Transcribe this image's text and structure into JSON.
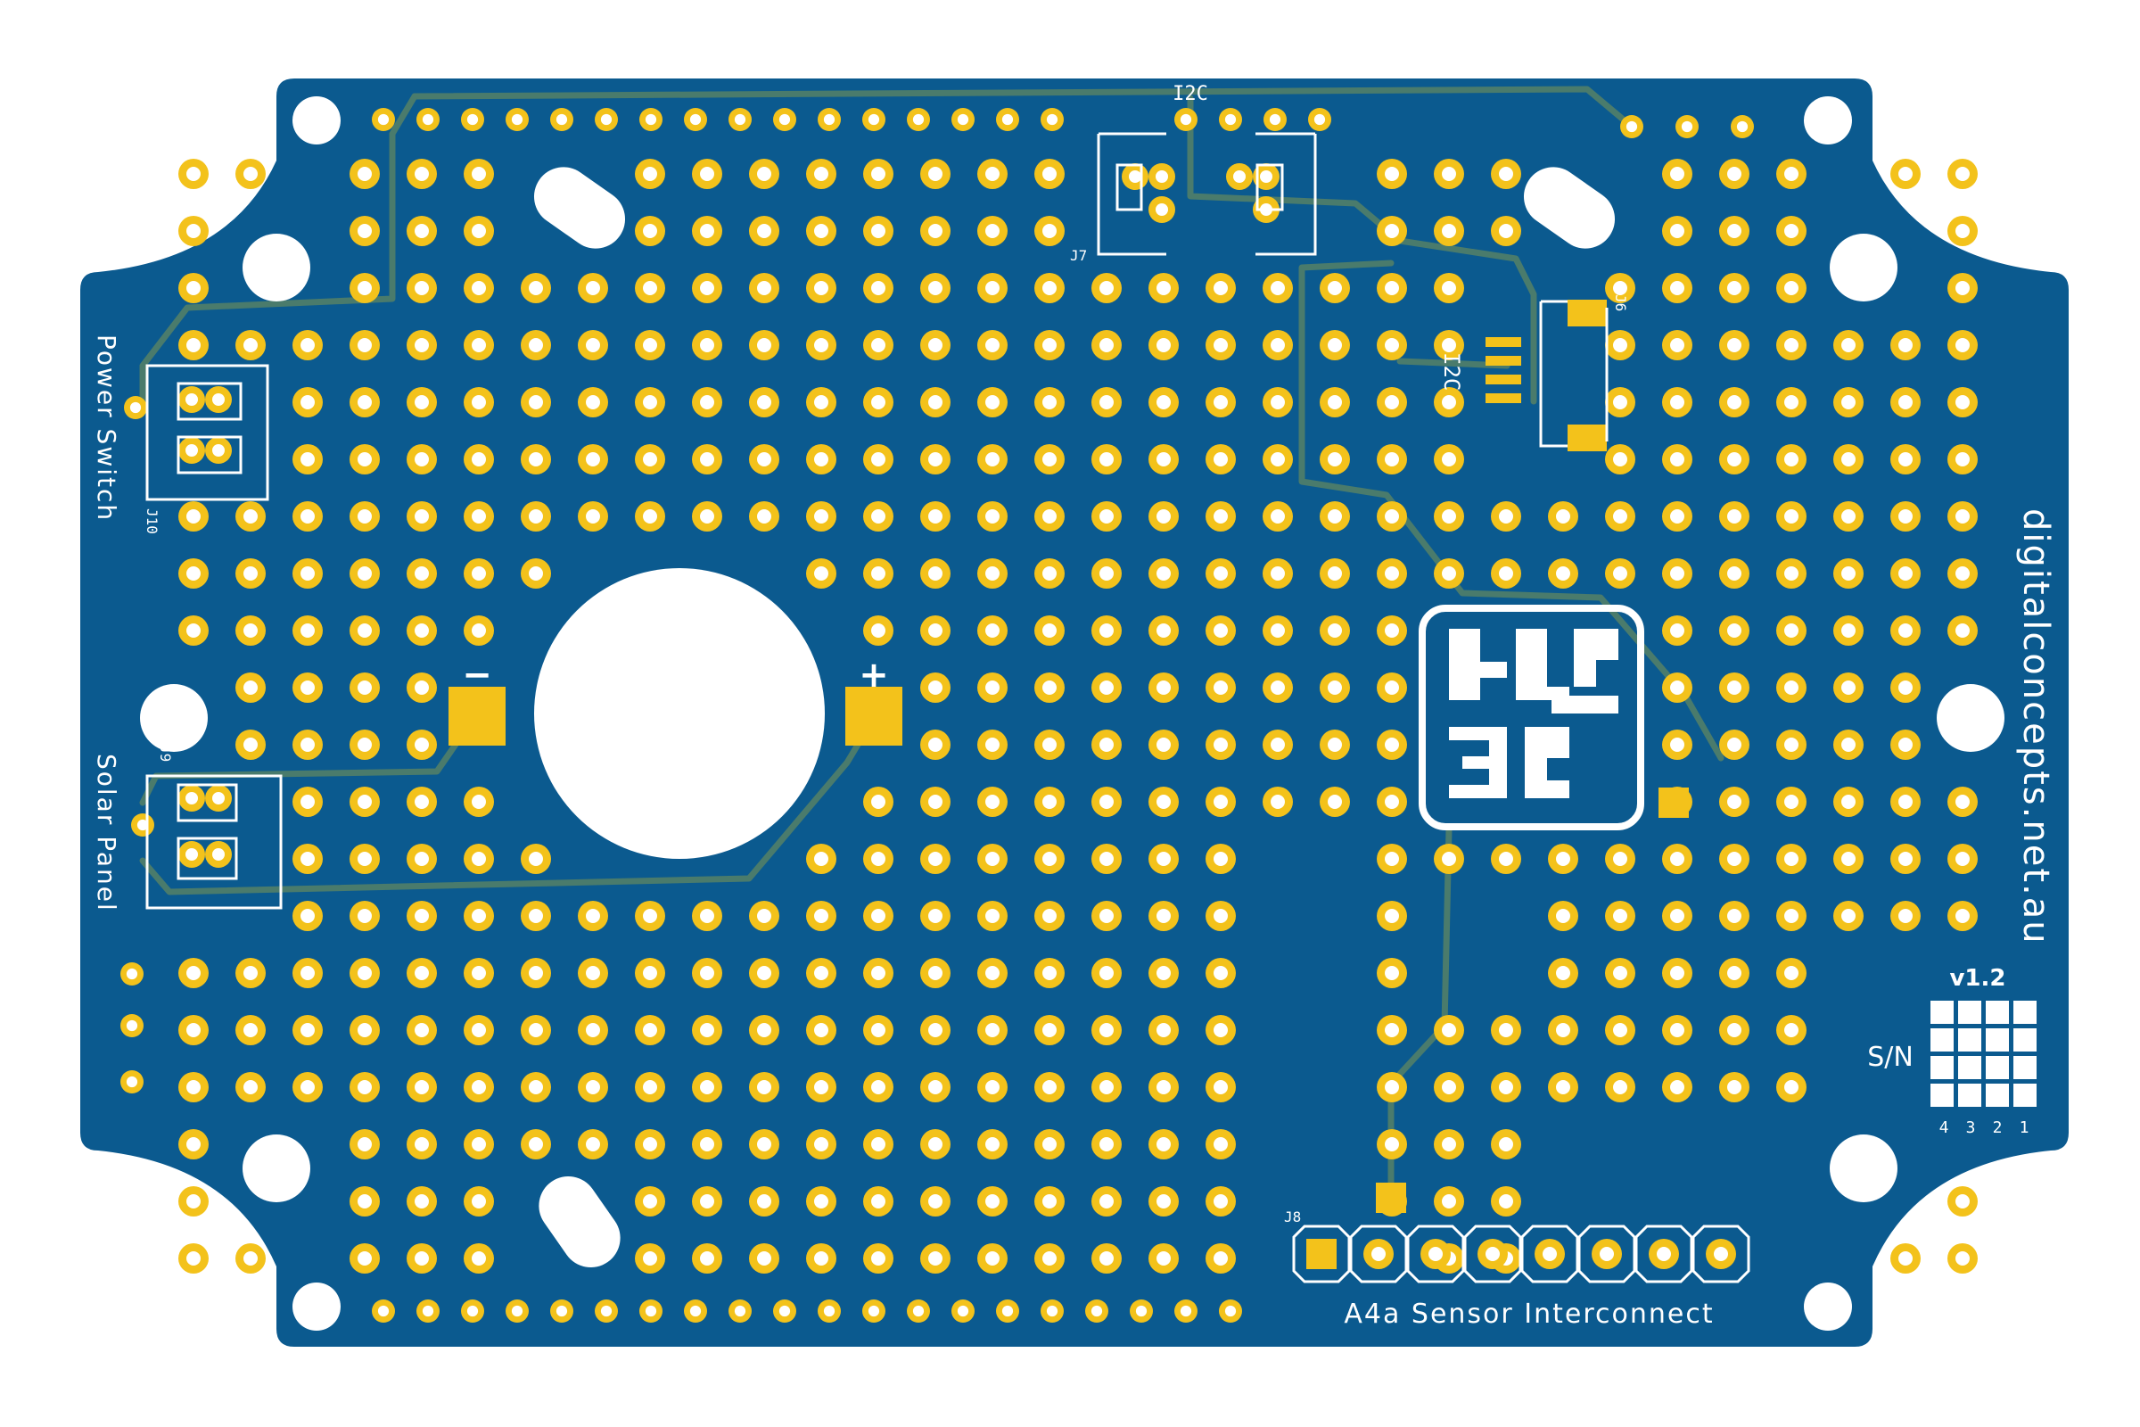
{
  "board": {
    "colors": {
      "soldermask": "#0b5a8f",
      "substrate_trace": "#4a7b6c",
      "pad": "#f3c21b",
      "pad_hole": "#ffffff",
      "silkscreen": "#ffffff",
      "background": "#ffffff"
    },
    "labels": {
      "i2c_top": "I2C",
      "j7": "J7",
      "j6": "J6",
      "i2c_side": "I2C",
      "power_switch": "Power Switch",
      "j10": "J10",
      "j9": "J9",
      "solar_panel": "Solar Panel",
      "minus": "−",
      "plus": "+",
      "website": "digitalconcepts.net.au",
      "version": "v1.2",
      "sn": "S/N",
      "sn_digits": [
        "4",
        "3",
        "2",
        "1"
      ],
      "j8": "J8",
      "interconnect": "A4a Sensor Interconnect"
    }
  }
}
